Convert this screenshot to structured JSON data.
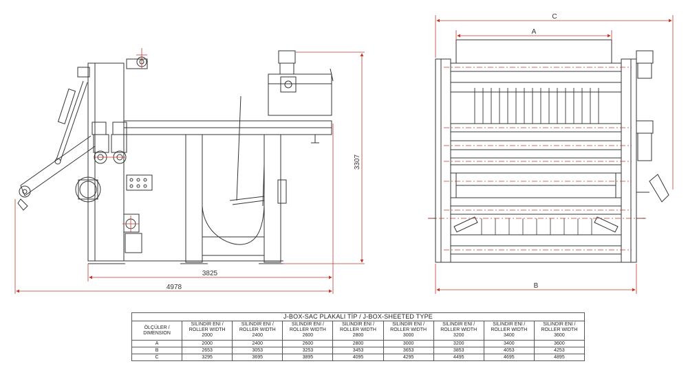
{
  "dimensions": {
    "side_view_total": "4978",
    "side_view_frame": "3825",
    "side_view_height": "3307",
    "front_view_a": "A",
    "front_view_b": "B",
    "front_view_c": "C"
  },
  "spec_table": {
    "title": "J-BOX-SAC PLAKALI TİP / J-BOX-SHEETED TYPE",
    "row_header_line1": "ÖLÇÜLER /",
    "row_header_line2": "DIMENSION",
    "col_label_line1": "SİLİNDİR ENİ /",
    "col_label_line2": "ROLLER WIDTH",
    "widths": [
      "2000",
      "2400",
      "2600",
      "2800",
      "3000",
      "3200",
      "3400",
      "3600"
    ],
    "rows": [
      {
        "label": "A",
        "values": [
          "2000",
          "2400",
          "2600",
          "2800",
          "3000",
          "3200",
          "3400",
          "3600"
        ]
      },
      {
        "label": "B",
        "values": [
          "2653",
          "3053",
          "3253",
          "3453",
          "3653",
          "3853",
          "4053",
          "4253"
        ]
      },
      {
        "label": "C",
        "values": [
          "3295",
          "3695",
          "3895",
          "4095",
          "4295",
          "4495",
          "4695",
          "4895"
        ]
      }
    ]
  },
  "colors": {
    "line": "#333333",
    "dimension": "#c0392b",
    "centerline": "#c0392b"
  }
}
